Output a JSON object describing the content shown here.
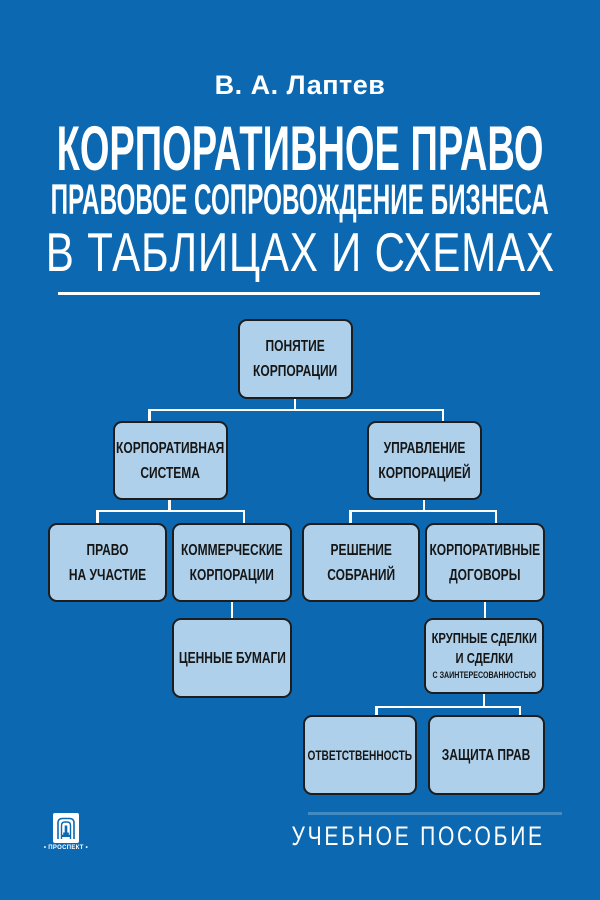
{
  "cover": {
    "author": "В. А. Лаптев",
    "title_line1": "КОРПОРАТИВНОЕ ПРАВО",
    "title_line2": "ПРАВОВОЕ СОПРОВОЖДЕНИЕ БИЗНЕСА",
    "title_line3": "В ТАБЛИЦАХ И СХЕМАХ",
    "edition": "УЧЕБНОЕ ПОСОБИЕ",
    "publisher_logo_label": "• ПРОСПЕКТ •",
    "colors": {
      "background": "#0c69b1",
      "node_fill": "#aed0ea",
      "node_border": "#1d1d1d",
      "node_text": "#161616",
      "text_on_blue": "#ffffff",
      "connector": "#ffffff"
    }
  },
  "diagram": {
    "nodes": [
      {
        "id": "n1",
        "label": "ПОНЯТИЕ КОРПОРАЦИИ",
        "line1": "ПОНЯТИЕ",
        "line2": "КОРПОРАЦИИ"
      },
      {
        "id": "n2",
        "label": "КОРПОРАТИВНАЯ СИСТЕМА",
        "line1": "КОРПОРАТИВНАЯ",
        "line2": "СИСТЕМА"
      },
      {
        "id": "n3",
        "label": "УПРАВЛЕНИЕ КОРПОРАЦИЕЙ",
        "line1": "УПРАВЛЕНИЕ",
        "line2": "КОРПОРАЦИЕЙ"
      },
      {
        "id": "n4",
        "label": "ПРАВО НА УЧАСТИЕ",
        "line1": "ПРАВО",
        "line2": "НА УЧАСТИЕ"
      },
      {
        "id": "n5",
        "label": "КОММЕРЧЕСКИЕ КОРПОРАЦИИ",
        "line1": "КОММЕРЧЕСКИЕ",
        "line2": "КОРПОРАЦИИ"
      },
      {
        "id": "n6",
        "label": "РЕШЕНИЕ СОБРАНИЙ",
        "line1": "РЕШЕНИЕ",
        "line2": "СОБРАНИЙ"
      },
      {
        "id": "n7",
        "label": "КОРПОРАТИВНЫЕ ДОГОВОРЫ",
        "line1": "КОРПОРАТИВНЫЕ",
        "line2": "ДОГОВОРЫ"
      },
      {
        "id": "n8",
        "label": "ЦЕННЫЕ БУМАГИ",
        "line1": "ЦЕННЫЕ БУМАГИ"
      },
      {
        "id": "n9",
        "label": "КРУПНЫЕ СДЕЛКИ И СДЕЛКИ С ЗАИНТЕРЕСОВАННОСТЬЮ",
        "line1": "КРУПНЫЕ СДЕЛКИ",
        "line2": "И СДЕЛКИ",
        "line3": "С ЗАИНТЕРЕСОВАННОСТЬЮ"
      },
      {
        "id": "n10",
        "label": "ОТВЕТСТВЕННОСТЬ",
        "line1": "ОТВЕТСТВЕННОСТЬ"
      },
      {
        "id": "n11",
        "label": "ЗАЩИТА ПРАВ",
        "line1": "ЗАЩИТА ПРАВ"
      }
    ],
    "edges": [
      {
        "from": "n1",
        "to": "n2"
      },
      {
        "from": "n1",
        "to": "n3"
      },
      {
        "from": "n2",
        "to": "n4"
      },
      {
        "from": "n2",
        "to": "n5"
      },
      {
        "from": "n3",
        "to": "n6"
      },
      {
        "from": "n3",
        "to": "n7"
      },
      {
        "from": "n5",
        "to": "n8"
      },
      {
        "from": "n7",
        "to": "n9"
      },
      {
        "from": "n9",
        "to": "n10"
      },
      {
        "from": "n9",
        "to": "n11"
      }
    ]
  }
}
